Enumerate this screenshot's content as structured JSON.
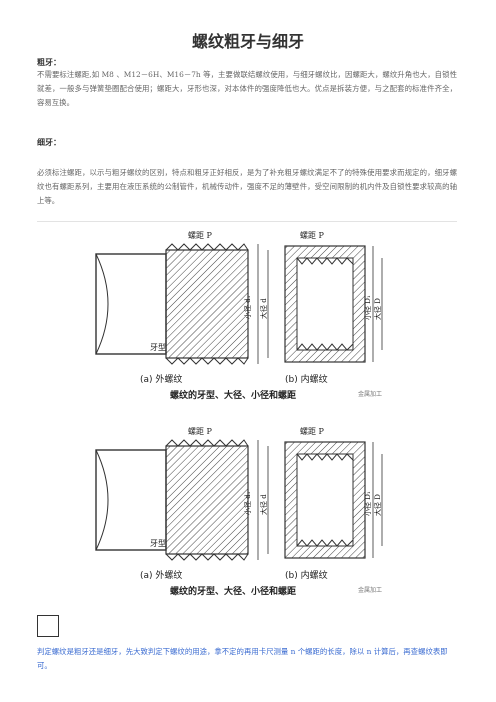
{
  "title": "螺纹粗牙与细牙",
  "coarse": {
    "heading": "粗牙：",
    "text": "不需要标注螺距,如 M8 、M12－6H、M16－7h 等，主要做联结螺纹使用，与细牙螺纹比，因螺距大，螺纹升角也大，自锁性就差，一般多与弹簧垫圈配合使用；螺距大，牙形也深，对本体件的强度降低也大。优点是拆装方便，与之配套的标准件齐全，容易互换。"
  },
  "fine": {
    "heading": "细牙：",
    "text": "必须标注螺距，以示与粗牙螺纹的区别，特点和粗牙正好相反，是为了补充粗牙螺纹满足不了的特殊使用要求而规定的，细牙螺纹也有螺距系列，主要用在液压系统的公制管件，机械传动件，强度不足的薄壁件，受空间限制的机内件及自锁性要求较高的轴上等。"
  },
  "figure": {
    "pitch_label": "螺距 P",
    "minor_d": "小径 d₁",
    "major_d": "大径 d",
    "minor_D": "小径 D₁",
    "major_D": "大径 D",
    "profile_label": "牙型",
    "caption_a": "(a) 外螺纹",
    "caption_b": "(b) 内螺纹",
    "title": "螺纹的牙型、大径、小径和螺距",
    "watermark": "金属加工"
  },
  "note": "判定螺纹是粗牙还是细牙，先大致判定下螺纹的用途，拿不定的再用卡尺测量 n 个螺距的长度，除以 n 计算后，再查螺纹表即可。"
}
